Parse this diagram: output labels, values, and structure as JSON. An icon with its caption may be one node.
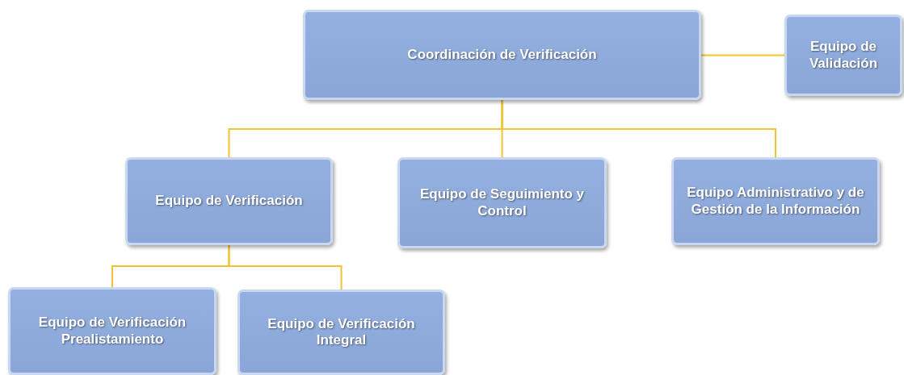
{
  "diagram": {
    "nodes": [
      {
        "text": [
          "Coordinación de Verificación"
        ]
      },
      {
        "text": [
          "Equipo de Validación"
        ]
      },
      {
        "text": [
          "Equipo de Verificación"
        ]
      },
      {
        "text": [
          "Equipo de Seguimiento y Control"
        ]
      },
      {
        "text": [
          "Equipo Administrativo y de Gestión de la Información"
        ]
      },
      {
        "text": [
          "Equipo de Verificación Prealistamiento"
        ]
      },
      {
        "text": [
          "Equipo de Verificación Integral"
        ]
      }
    ],
    "edges": [
      {
        "from": 0,
        "to": 1,
        "arrow": "none"
      },
      {
        "from": 0,
        "to": 2,
        "arrow": "none"
      },
      {
        "from": 0,
        "to": 3,
        "arrow": "none"
      },
      {
        "from": 0,
        "to": 4,
        "arrow": "none"
      },
      {
        "from": 2,
        "to": 5,
        "arrow": "none"
      },
      {
        "from": 2,
        "to": 6,
        "arrow": "none"
      }
    ]
  }
}
